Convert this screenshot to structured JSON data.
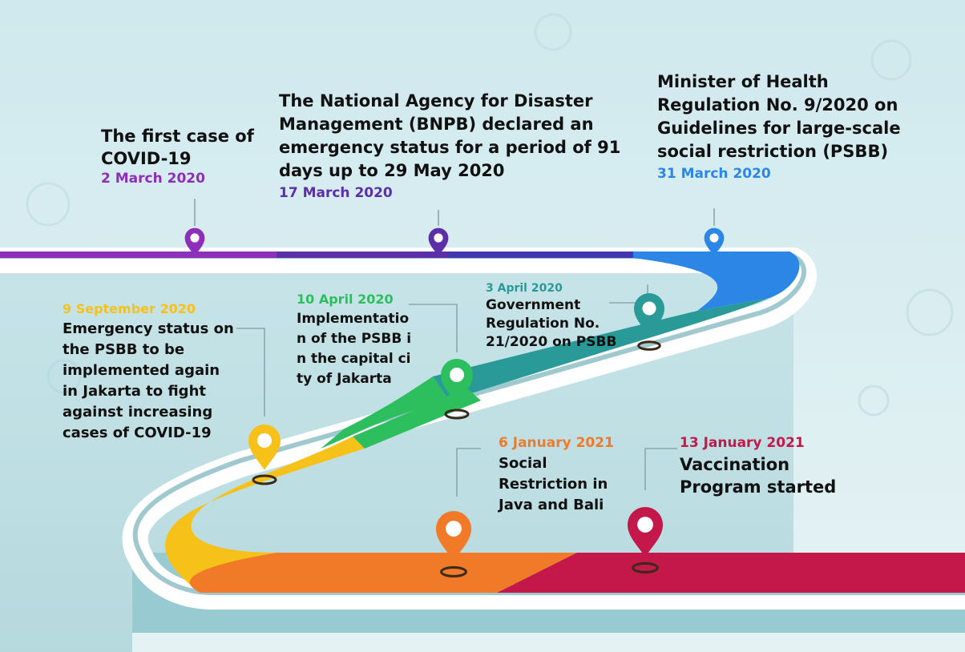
{
  "colors": {
    "purple": "#8d2fb8",
    "indigo": "#5a2fa8",
    "blue": "#2b86e6",
    "teal": "#2a9a98",
    "green": "#2dbf5e",
    "yellow": "#f6c21a",
    "orange": "#f07a28",
    "crimson": "#c4184a",
    "background": "#d6ecef"
  },
  "events": [
    {
      "id": "first-case",
      "date": "2 March 2020",
      "text": "The first case of COVID-19",
      "color": "#8d2fb8",
      "icon": "map-pin-icon"
    },
    {
      "id": "bnpb-emergency",
      "date": "17 March 2020",
      "text": "The National Agency for Disaster Management (BNPB) declared an emergency status for a period of 91 days up to 29 May 2020",
      "color": "#5a2fa8",
      "icon": "map-pin-icon"
    },
    {
      "id": "moh-regulation",
      "date": "31 March 2020",
      "text": "Minister of Health Regulation No. 9/2020 on Guidelines for large-scale social restriction (PSBB)",
      "color": "#2b86e6",
      "icon": "map-pin-icon"
    },
    {
      "id": "gov-regulation",
      "date": "3 April 2020",
      "text": "Government Regulation No. 21/2020 on PSBB",
      "color": "#2a9a98",
      "icon": "map-pin-icon"
    },
    {
      "id": "psbb-jakarta",
      "date": "10 April 2020",
      "text": "Implementation of the PSBB in the capital city of Jakarta",
      "color": "#2dbf5e",
      "icon": "map-pin-icon"
    },
    {
      "id": "psbb-again",
      "date": "9 September 2020",
      "text": "Emergency status on the PSBB to be implemented again in Jakarta to fight against increasing cases of COVID-19",
      "color": "#f6c21a",
      "icon": "map-pin-icon"
    },
    {
      "id": "java-bali",
      "date": "6 January 2021",
      "text": "Social Restriction in Java and Bali",
      "color": "#f07a28",
      "icon": "map-pin-icon"
    },
    {
      "id": "vaccination",
      "date": "13 January 2021",
      "text": "Vaccination Program started",
      "color": "#c4184a",
      "icon": "map-pin-icon"
    }
  ]
}
